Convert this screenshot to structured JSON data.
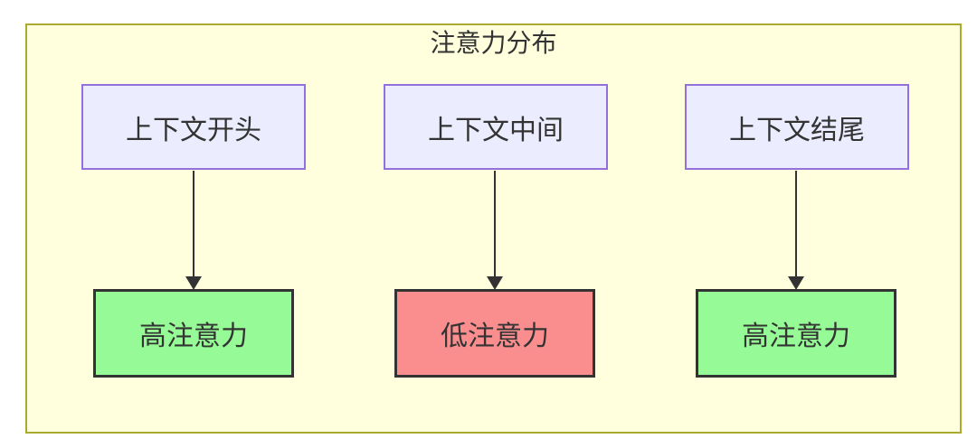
{
  "diagram": {
    "title": "注意力分布",
    "top_nodes": [
      {
        "label": "上下文开头"
      },
      {
        "label": "上下文中间"
      },
      {
        "label": "上下文结尾"
      }
    ],
    "bottom_nodes": [
      {
        "label": "高注意力",
        "state": "high"
      },
      {
        "label": "低注意力",
        "state": "low"
      },
      {
        "label": "高注意力",
        "state": "high"
      }
    ],
    "edges": [
      {
        "from": "上下文开头",
        "to": "高注意力"
      },
      {
        "from": "上下文中间",
        "to": "低注意力"
      },
      {
        "from": "上下文结尾",
        "to": "高注意力"
      }
    ],
    "colors": {
      "container_fill": "#ffffde",
      "container_border": "#aaaa33",
      "top_node_fill": "#ececff",
      "top_node_border": "#9370db",
      "high_attention_fill": "#96fb96",
      "low_attention_fill": "#fa8e8e",
      "bottom_node_border": "#333333",
      "arrow": "#333333",
      "text": "#333333"
    }
  }
}
